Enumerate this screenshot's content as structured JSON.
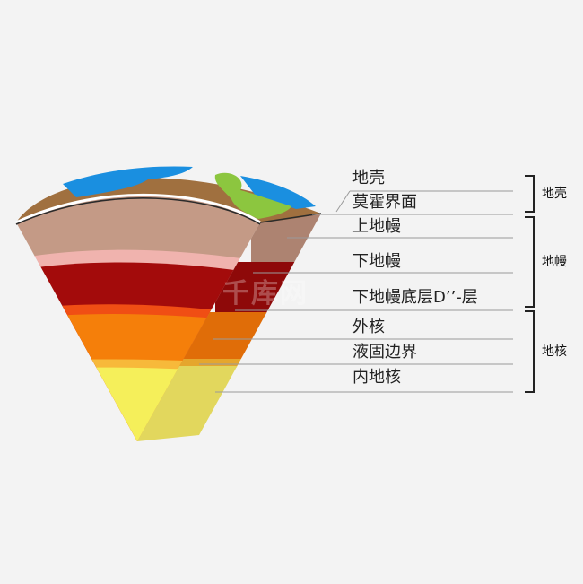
{
  "labels": {
    "crust": "地壳",
    "moho": "莫霍界面",
    "upper_mantle": "上地幔",
    "lower_mantle": "下地幔",
    "d_layer": "下地幔底层D’’-层",
    "outer_core": "外核",
    "boundary": "液固边界",
    "inner_core": "内地核"
  },
  "groups": {
    "crust": "地壳",
    "mantle": "地幔",
    "core": "地核"
  },
  "watermark": "千库网",
  "colors": {
    "ocean": "#1a8fe0",
    "land_green": "#8cc63f",
    "land_brown": "#9b6a3c",
    "upper_mantle": "#c49a86",
    "lower_mantle": "#a30b0b",
    "outer_core": "#f57f0a",
    "inner_core": "#f5ef5a",
    "leader_line": "#9a9a9a"
  }
}
